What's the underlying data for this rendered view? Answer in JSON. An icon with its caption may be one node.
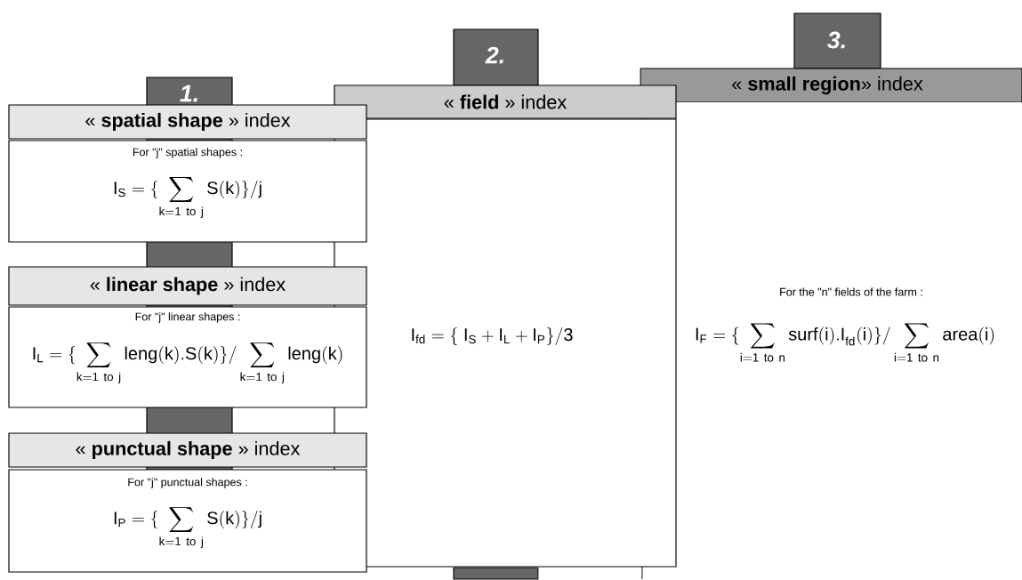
{
  "diagram": {
    "nodes": [
      {
        "text": [
          "1."
        ]
      },
      {
        "text": [
          "« **spatial shape** » index"
        ]
      },
      {
        "text": [
          "For \"j\" spatial shapes :",
          "\\mathsf{I}_{\\mathsf{S}} = \\{ \\sum_{\\mathsf{k = 1\\ to\\ j}} \\mathsf{S(k)}\\} / \\mathsf{j}"
        ]
      },
      {
        "text": [
          "« **linear shape** » index"
        ]
      },
      {
        "text": [
          "For \"j\" linear shapes :",
          "\\mathsf{I}_{\\mathsf{L}} = \\{ \\sum_{\\mathsf{k = 1\\ to\\ j}} \\mathsf{leng(k).S(k)}\\} / \\sum_{\\mathsf{k = 1\\ to\\ j}} \\mathsf{leng(k)}"
        ]
      },
      {
        "text": [
          "« **punctual shape** » index"
        ]
      },
      {
        "text": [
          "For \"j\" punctual shapes :",
          "\\mathsf{I}_{\\mathsf{P}} = \\{ \\sum_{\\mathsf{k = 1\\ to\\ j}} \\mathsf{S(k)}\\} / \\mathsf{j}"
        ]
      },
      {
        "text": [
          "2."
        ]
      },
      {
        "text": [
          "« **field** » index"
        ]
      },
      {
        "text": [
          "\\mathsf{I}_{\\mathsf{fd}} = \\{ \\ \\mathsf{I}_{\\mathsf{S}} + \\mathsf{I}_{\\mathsf{L}} + \\mathsf{I}_{\\mathsf{P}} \\} / \\mathsf{3}"
        ]
      },
      {
        "text": [],
        "shape": "bar"
      },
      {
        "text": [
          "3."
        ]
      },
      {
        "text": [
          "« **small region**» index"
        ]
      },
      {
        "text": [
          "For the \"n\" fields of the farm :",
          "\\mathsf{I}_{\\mathsf{F}} = \\{ \\sum_{\\mathsf{i = 1\\ to\\ n}} \\mathsf{surf(i).I}_{\\mathsf{fd}}\\mathsf{(i)}\\} / \\sum_{\\mathsf{i = 1\\ to\\ n}} \\mathsf{area(i)}"
        ]
      }
    ]
  }
}
